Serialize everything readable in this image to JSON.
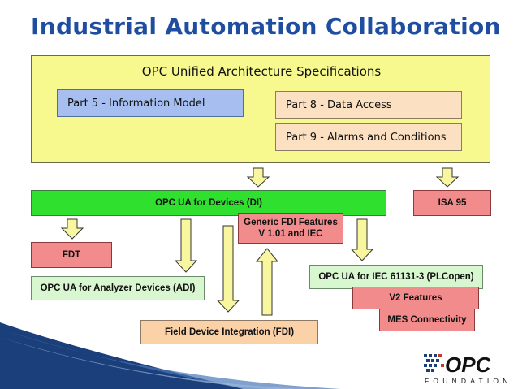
{
  "title": "Industrial Automation Collaboration",
  "spec": {
    "title": "OPC Unified Architecture Specifications",
    "part5": "Part 5 - Information Model",
    "part8": "Part 8 - Data Access",
    "part9": "Part 9 - Alarms and Conditions"
  },
  "boxes": {
    "di": "OPC UA for Devices (DI)",
    "isa": "ISA 95",
    "generic_line1": "Generic FDI Features",
    "generic_line2": "V 1.01 and IEC",
    "fdt": "FDT",
    "adi": "OPC UA for Analyzer Devices (ADI)",
    "plcopen": "OPC UA for IEC 61131-3 (PLCopen)",
    "v2": "V2 Features",
    "mes": "MES Connectivity",
    "fdi": "Field Device Integration (FDI)"
  },
  "logo": {
    "brand": "OPC",
    "foundation": "FOUNDATION"
  },
  "colors": {
    "title": "#1f4ea0",
    "spec_bg": "#f7f88d",
    "green": "#2fe02f",
    "red": "#f28b8b",
    "light_green": "#d8f6cf",
    "orange": "#fbd2a8",
    "arrow_fill": "#f8f7a0"
  }
}
